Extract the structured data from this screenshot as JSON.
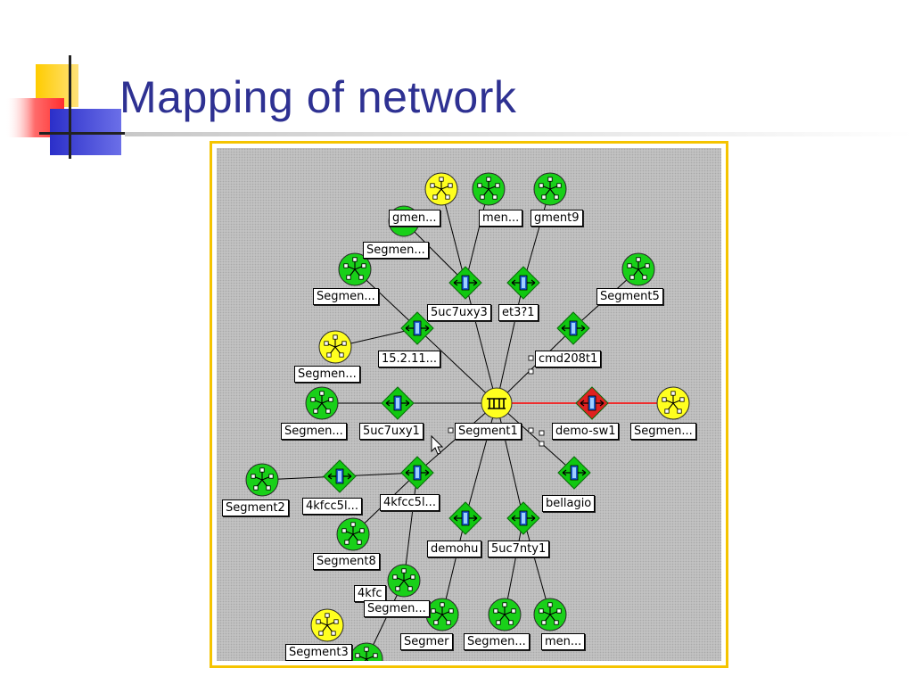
{
  "slide": {
    "title": "Mapping of network"
  },
  "colors": {
    "title": "#2e3192",
    "frame_border": "#f5c400",
    "canvas_bg": "#c2c2c2",
    "segment_green": "#19d019",
    "segment_yellow": "#ffff1f",
    "switch_green": "#10c810",
    "switch_red": "#e02020",
    "link_black": "#000000",
    "link_red": "#ff0000"
  },
  "network_map": {
    "icons": {
      "segment": "network-segment-icon",
      "hub": "hub-icon",
      "switch": "switch-icon"
    },
    "labels": [
      {
        "id": "l_top1",
        "text": "gmen..."
      },
      {
        "id": "l_top2",
        "text": "men..."
      },
      {
        "id": "l_top3",
        "text": "gment9"
      },
      {
        "id": "l_seg_a",
        "text": "Segmen..."
      },
      {
        "id": "l_seg_b",
        "text": "Segmen..."
      },
      {
        "id": "l_sw1",
        "text": "5uc7uxy3"
      },
      {
        "id": "l_sw2",
        "text": "et3?1"
      },
      {
        "id": "l_seg5",
        "text": "Segment5"
      },
      {
        "id": "l_ip",
        "text": "15.2.11..."
      },
      {
        "id": "l_cmd",
        "text": "cmd208t1"
      },
      {
        "id": "l_seg_c",
        "text": "Segmen..."
      },
      {
        "id": "l_seg_d",
        "text": "Segmen..."
      },
      {
        "id": "l_sw3",
        "text": "5uc7uxy1"
      },
      {
        "id": "l_seg1",
        "text": "Segment1"
      },
      {
        "id": "l_demo",
        "text": "demo-sw1"
      },
      {
        "id": "l_seg_e",
        "text": "Segmen..."
      },
      {
        "id": "l_seg2",
        "text": "Segment2"
      },
      {
        "id": "l_4k1",
        "text": "4kfcc5l..."
      },
      {
        "id": "l_4k2",
        "text": "4kfcc5l..."
      },
      {
        "id": "l_bellagio",
        "text": "bellagio"
      },
      {
        "id": "l_demohu",
        "text": "demohu"
      },
      {
        "id": "l_5uc7nty",
        "text": "5uc7nty1"
      },
      {
        "id": "l_seg8",
        "text": "Segment8"
      },
      {
        "id": "l_4kfc",
        "text": "4kfc"
      },
      {
        "id": "l_seg_f",
        "text": "Segmen..."
      },
      {
        "id": "l_segmer",
        "text": "Segmer"
      },
      {
        "id": "l_seg_g",
        "text": "Segmen..."
      },
      {
        "id": "l_men",
        "text": "men..."
      },
      {
        "id": "l_seg3",
        "text": "Segment3"
      }
    ]
  }
}
